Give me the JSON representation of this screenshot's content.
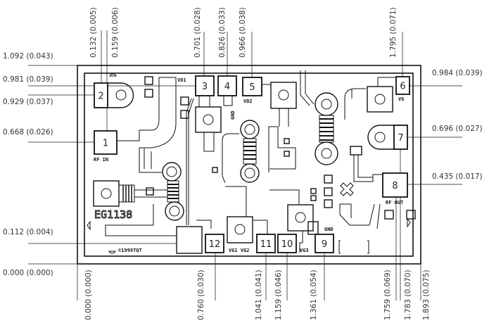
{
  "title": "EG1138 die layout",
  "chip_marking": "EG1138",
  "copyright": "©1999TQT",
  "pads": [
    "1",
    "2",
    "3",
    "4",
    "5",
    "6",
    "7",
    "8",
    "9",
    "10",
    "11",
    "12"
  ],
  "pad_labels": {
    "rf_in": "RF IN",
    "rf_out": "RF OUT",
    "vd1": "VD1",
    "vd2": "VD2",
    "vg": "VG",
    "gnd_top": "GND",
    "gnd_bottom": "GND",
    "vg1_vg2": "VG1 VG2",
    "vg3": "VG3"
  },
  "dimensions": {
    "top": [
      "0.132 (0.005)",
      "0.159 (0.006)",
      "0.701 (0.028)",
      "0.826 (0.033)",
      "0.966 (0.038)",
      "1.795 (0.071)"
    ],
    "bottom": [
      "0.000 (0.000)",
      "0.760 (0.030)",
      "1.041 (0.041)",
      "1.159 (0.046)",
      "1.361 (0.054)",
      "1.759 (0.069)",
      "1.783 (0.070)",
      "1.893 (0.075)"
    ],
    "left": [
      "1.092 (0.043)",
      "0.981 (0.039)",
      "0.929 (0.037)",
      "0.668 (0.026)",
      "0.112 (0.004)",
      "0.000 (0.000)"
    ],
    "right": [
      "0.984 (0.039)",
      "0.696 (0.027)",
      "0.435 (0.017)"
    ]
  }
}
